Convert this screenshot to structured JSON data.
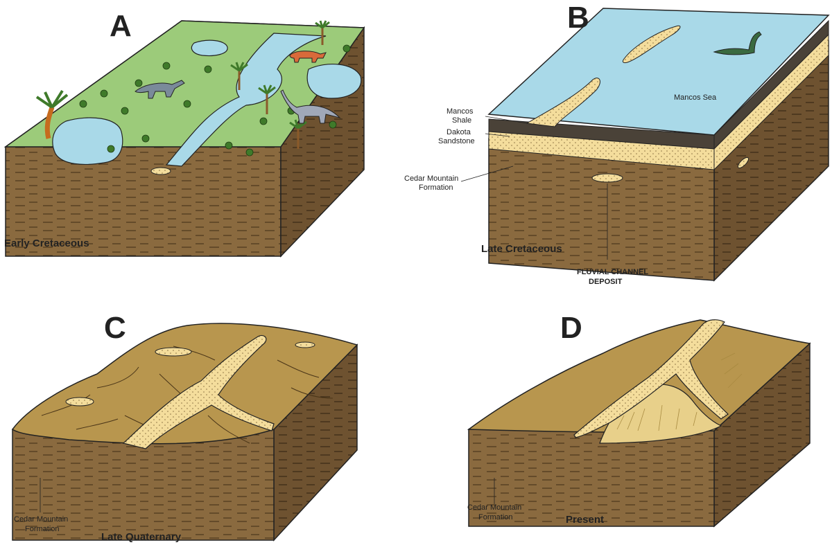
{
  "panels": {
    "a": {
      "letter": "A",
      "caption": "Early Cretaceous"
    },
    "b": {
      "letter": "B",
      "caption": "Late Cretaceous",
      "labels": {
        "mancos_shale_1": "Mancos",
        "mancos_shale_2": "Shale",
        "dakota_1": "Dakota",
        "dakota_2": "Sandstone",
        "cedar_1": "Cedar Mountain",
        "cedar_2": "Formation",
        "sea": "Mancos Sea",
        "fluvial_1": "FLUVIAL CHANNEL",
        "fluvial_2": "DEPOSIT"
      }
    },
    "c": {
      "letter": "C",
      "caption": "Late Quaternary",
      "labels": {
        "cedar_1": "Cedar Mountain",
        "cedar_2": "Formation"
      }
    },
    "d": {
      "letter": "D",
      "caption": "Present",
      "labels": {
        "cedar_1": "Cedar Mountain",
        "cedar_2": "Formation"
      }
    }
  },
  "colors": {
    "land_green": "#9ccb7a",
    "water": "#a9d9e8",
    "rock_front": "#8a6a3f",
    "rock_side": "#6e5230",
    "sand": "#f4dd9c",
    "desert": "#b8964e",
    "shale": "#4a4238"
  }
}
